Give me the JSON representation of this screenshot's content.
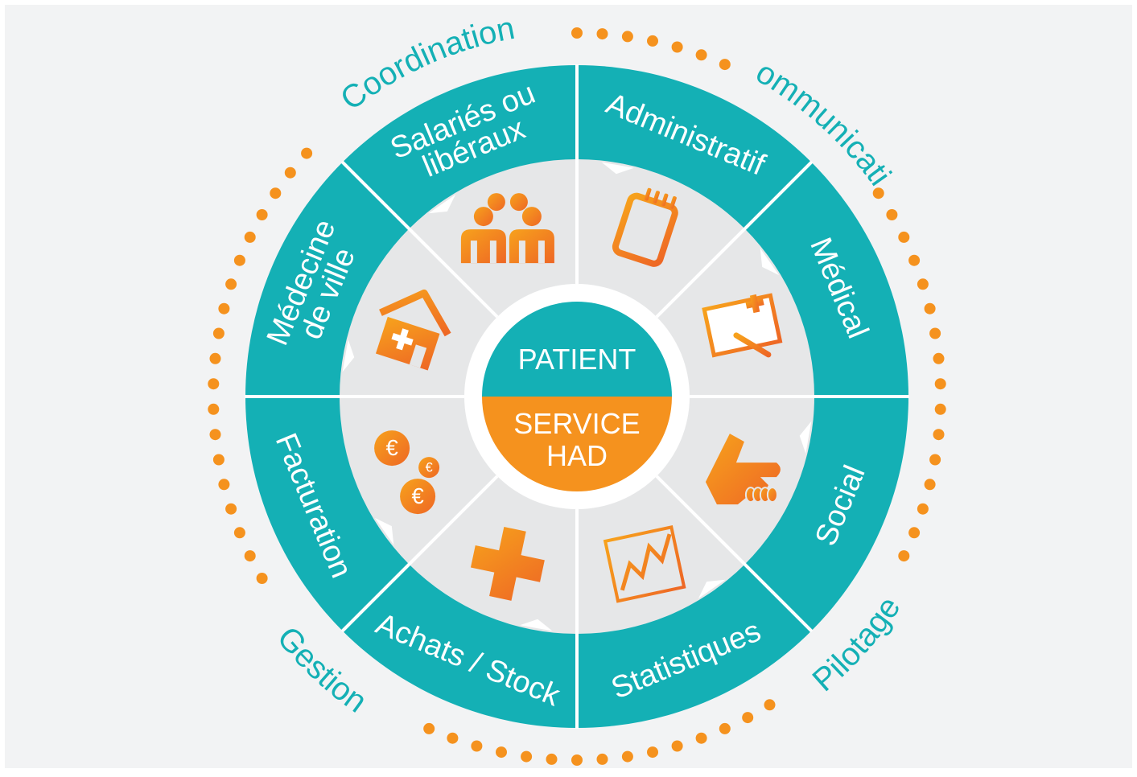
{
  "center": {
    "top_label": "PATIENT",
    "bottom_lines": [
      "SERVICE",
      "HAD"
    ]
  },
  "segments": [
    {
      "lines": [
        "Salariés ou",
        "libéraux"
      ],
      "icon": "professionals-icon"
    },
    {
      "lines": [
        "Administratif"
      ],
      "icon": "notepad-icon"
    },
    {
      "lines": [
        "Médical"
      ],
      "icon": "medical-record-icon"
    },
    {
      "lines": [
        "Social"
      ],
      "icon": "handshake-icon"
    },
    {
      "lines": [
        "Statistiques"
      ],
      "icon": "chart-icon"
    },
    {
      "lines": [
        "Achats / Stock"
      ],
      "icon": "cross-icon"
    },
    {
      "lines": [
        "Facturation"
      ],
      "icon": "euro-coins-icon"
    },
    {
      "lines": [
        "Médecine",
        "de ville"
      ],
      "icon": "house-cross-icon"
    }
  ],
  "outer_labels": [
    {
      "text": "Coordination"
    },
    {
      "text": "Communication"
    },
    {
      "text": "Pilotage"
    },
    {
      "text": "Gestion"
    }
  ],
  "colors": {
    "background": "#f2f3f4",
    "teal": "#14b0b5",
    "orange": "#f5921e",
    "orange_dark": "#ed6a25",
    "inner_gray": "#e6e7e8",
    "divider": "#ffffff"
  }
}
